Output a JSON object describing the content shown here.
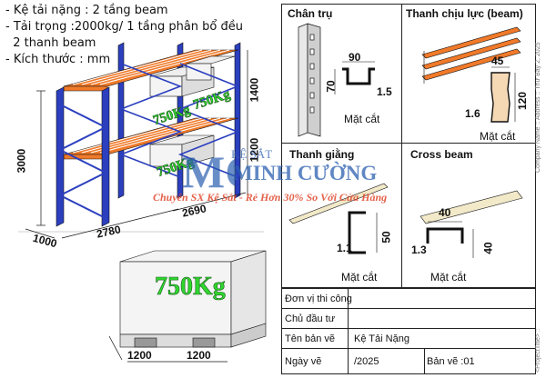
{
  "specs": [
    "- Kệ tải nặng : 2 tầng beam",
    "- Tải trọng :2000kg/ 1 tầng phân bổ đều",
    "  2 thanh beam",
    "- Kích thước : mm"
  ],
  "rack": {
    "height": "3000",
    "depth": "1000",
    "length_1": "2780",
    "length_2": "2690",
    "level_1": "1400",
    "level_2": "1200",
    "load_1": "750Kg",
    "load_2": "750Kg",
    "load_3": "750Kg"
  },
  "pallet": {
    "width": "1200",
    "depth": "1200",
    "load": "750Kg"
  },
  "upright": {
    "title": "Chân trụ",
    "width": "90",
    "height": "70",
    "thickness": "1.5",
    "section": "Mặt cắt"
  },
  "beam": {
    "title": "Thanh chịu lực (beam)",
    "width": "45",
    "height": "120",
    "thickness": "1.6",
    "section": "Mặt cắt"
  },
  "brace": {
    "title": "Thanh giằng",
    "height": "50",
    "thickness": "1.1",
    "section": "Mặt cắt"
  },
  "cross_beam": {
    "title": "Cross beam",
    "width": "40",
    "height": "40",
    "thickness": "1.3",
    "section": "Mặt cắt"
  },
  "title_block": {
    "rows": [
      {
        "label": "Đơn vị thi công",
        "value": ""
      },
      {
        "label": "Chủ đầu tư",
        "value": ""
      },
      {
        "label": "Tên bản vẽ",
        "value": "Kệ Tải Nặng"
      },
      {
        "label": "Ngày vẽ",
        "value": "/2025"
      }
    ],
    "sheet_no": "Bản vẽ :01"
  },
  "side_text": {
    "company": "Company Name :: Address :: Thứ Bảy 2, 2025",
    "project": "<ProjectTitle> ::"
  },
  "watermark": {
    "line1": "KỆ SẮT",
    "line2": "MINH CƯỜNG",
    "slogan": "Chuyên SX Kệ Sắt - Rẻ Hơn 30% So Với Cửa Hàng"
  },
  "colors": {
    "upright": "#2b3fbf",
    "beam": "#f07a2a",
    "watermark_blue": "#2b5fb0",
    "watermark_red": "#e0462a"
  }
}
